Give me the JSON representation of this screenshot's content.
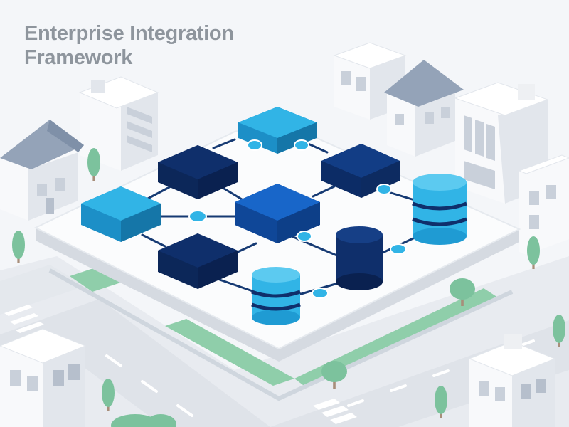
{
  "header": {
    "title_line_1": "Enterprise Integration",
    "title_line_2": "Framework"
  },
  "palette": {
    "background": "#f4f6f9",
    "platform_top": "#fbfcfd",
    "platform_side": "#d5dae1",
    "road": "#dfe3e9",
    "road_marking": "#ffffff",
    "lawn": "#8fceaa",
    "tree": "#7cc29d",
    "trunk": "#a88e7a",
    "building_wall": "#f8f9fb",
    "building_side": "#e2e6ec",
    "building_window": "#c9d0da",
    "roof_slate": "#94a3b8",
    "node_light": "#31b4e6",
    "node_mid": "#1258b8",
    "node_dark": "#0f2f6b",
    "connector_line": "#163a73",
    "connector_dot": "#31b4e6",
    "title_text": "#8e959d"
  },
  "diagram": {
    "nodes": [
      {
        "id": "top-block",
        "kind": "block",
        "tone": "light"
      },
      {
        "id": "upper-left-block",
        "kind": "block",
        "tone": "dark"
      },
      {
        "id": "upper-right-block",
        "kind": "block",
        "tone": "dark"
      },
      {
        "id": "left-block",
        "kind": "block",
        "tone": "light"
      },
      {
        "id": "center-block",
        "kind": "block",
        "tone": "mid"
      },
      {
        "id": "lower-left-block",
        "kind": "block",
        "tone": "dark"
      },
      {
        "id": "right-database",
        "kind": "database",
        "tone": "light"
      },
      {
        "id": "bottom-database",
        "kind": "database",
        "tone": "light"
      },
      {
        "id": "middle-cylinder",
        "kind": "cylinder",
        "tone": "dark"
      }
    ],
    "edges": [
      [
        "top-block",
        "upper-left-block"
      ],
      [
        "top-block",
        "upper-right-block"
      ],
      [
        "upper-left-block",
        "left-block"
      ],
      [
        "upper-left-block",
        "center-block"
      ],
      [
        "upper-right-block",
        "center-block"
      ],
      [
        "upper-right-block",
        "right-database"
      ],
      [
        "left-block",
        "center-block"
      ],
      [
        "left-block",
        "lower-left-block"
      ],
      [
        "center-block",
        "lower-left-block"
      ],
      [
        "center-block",
        "middle-cylinder"
      ],
      [
        "lower-left-block",
        "bottom-database"
      ],
      [
        "middle-cylinder",
        "right-database"
      ],
      [
        "middle-cylinder",
        "bottom-database"
      ]
    ]
  }
}
